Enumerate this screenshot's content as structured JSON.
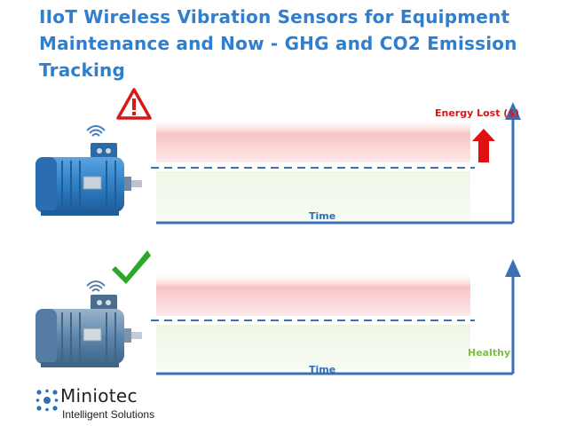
{
  "title": "IIoT Wireless Vibration Sensors for Equipment Maintenance and Now - GHG and CO2 Emission Tracking",
  "top_panel": {
    "energy_label": "Energy Lost ($)",
    "time_label": "Time",
    "status_icon": "warning-triangle-icon",
    "trend_icon": "red-up-arrow-icon"
  },
  "bottom_panel": {
    "healthy_label": "Healthy",
    "time_label": "Time",
    "status_icon": "green-checkmark-icon"
  },
  "logo": {
    "name": "Miniotec",
    "tagline": "Intelligent Solutions"
  },
  "colors": {
    "title": "#2f7fd0",
    "axis": "#3b6fb6",
    "warning": "#d81818",
    "healthy": "#7fbf3f",
    "check": "#2aa82a"
  }
}
